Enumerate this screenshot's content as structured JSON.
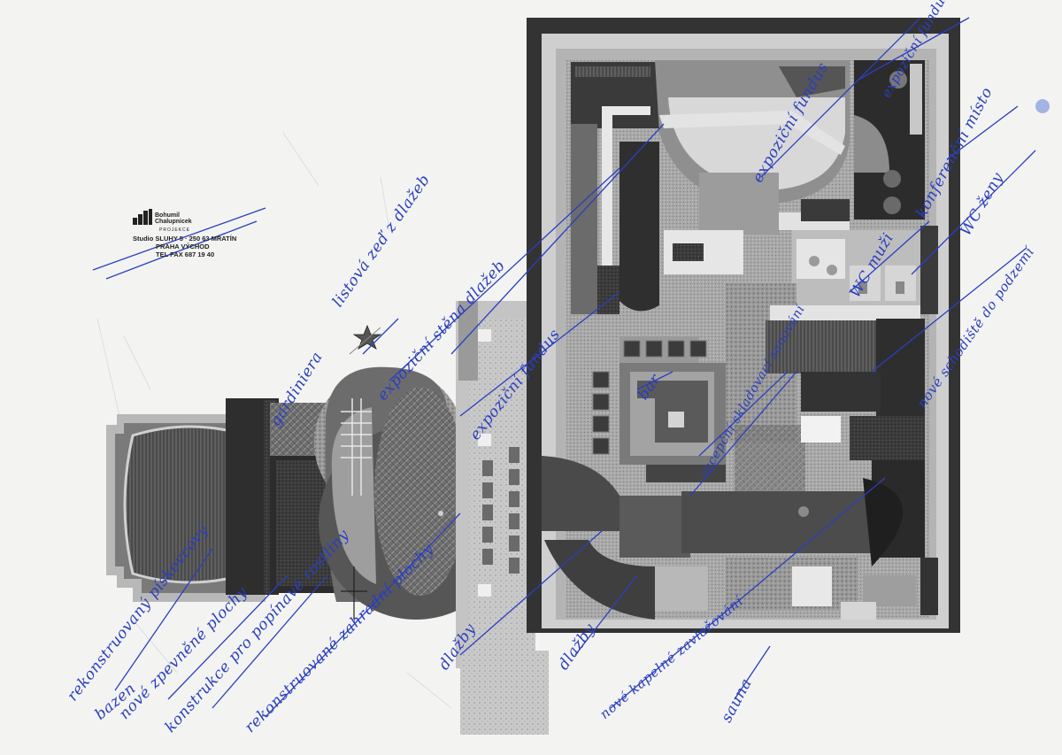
{
  "studio": {
    "name_line1": "Bohumil",
    "name_line2": "Chalupnicek",
    "projekce": "PROJEKCE",
    "address_line1": "Studio SLUHY 5 · 250 63 MRATÍN",
    "address_line2": "PRAHA VÝCHOD",
    "tel": "TEL FAX 687 19 40"
  },
  "annotations": [
    {
      "id": "bazen",
      "text": "bazen"
    },
    {
      "id": "rekonstrukce-bazenu",
      "text": "rekonstruovaný pískovcový"
    },
    {
      "id": "nove-zpevnene",
      "text": "nové zpevněné plochy"
    },
    {
      "id": "konstrukce",
      "text": "konstrukce pro popínavé rostliny"
    },
    {
      "id": "zahrada",
      "text": "rekonstruované zahradní plochy"
    },
    {
      "id": "dlazby-1",
      "text": "dlažby"
    },
    {
      "id": "dlazby-2",
      "text": "dlažby"
    },
    {
      "id": "zavlazovani",
      "text": "nové kapelné zavlažování"
    },
    {
      "id": "sauna",
      "text": "sauna"
    },
    {
      "id": "vstup",
      "text": "nové schodiště do podzemí"
    },
    {
      "id": "rezerva",
      "text": "recepční skladovací sanování"
    },
    {
      "id": "bar",
      "text": "bar"
    },
    {
      "id": "expozicni-fundus",
      "text": "expoziční fundus"
    },
    {
      "id": "expozicni-stena",
      "text": "expoziční stěna dlažeb"
    },
    {
      "id": "listova",
      "text": "listová zeď z dlažeb"
    },
    {
      "id": "gardinier",
      "text": "gardiniera"
    },
    {
      "id": "expozicni-fundus-2",
      "text": "expoziční fundus"
    },
    {
      "id": "wc-muzi",
      "text": "WC muži"
    },
    {
      "id": "wc-zeny",
      "text": "WC ženy"
    },
    {
      "id": "konferencni",
      "text": "konferenční místo"
    },
    {
      "id": "fundus-2",
      "text": "expoziční fundus"
    }
  ],
  "colors": {
    "ink": "#2a3fbf",
    "paper": "#f3f3f1",
    "wall": "#2f2f2f",
    "mid_gray": "#8c8c8c",
    "light_gray": "#c4c4c4",
    "dark_gray": "#545454"
  }
}
